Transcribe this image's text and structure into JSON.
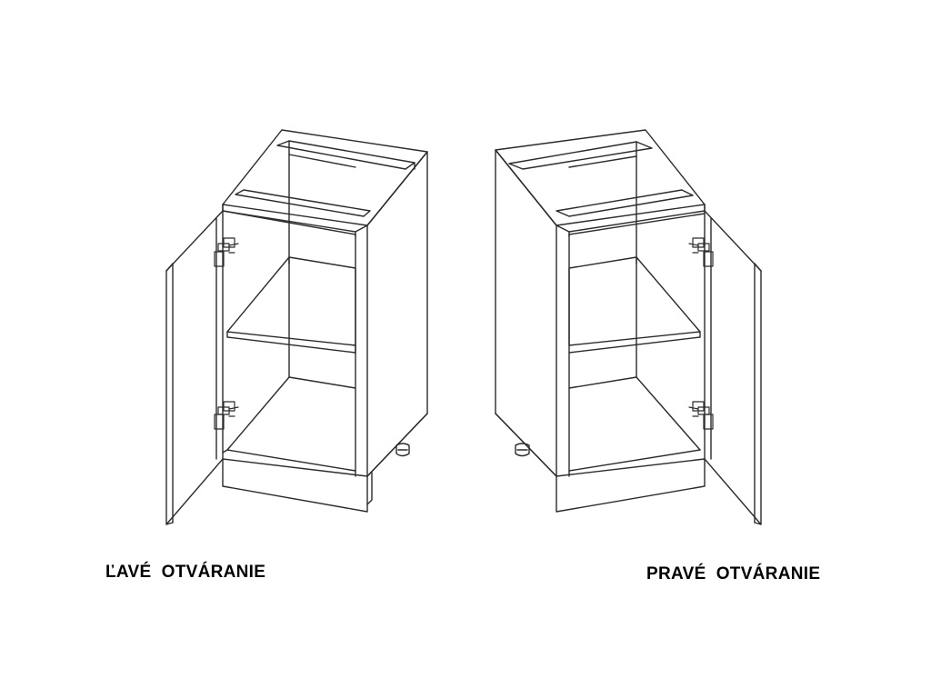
{
  "captions": {
    "left": "ĽAVÉ  OTVÁRANIE",
    "right": "PRAVÉ  OTVÁRANIE"
  },
  "colors": {
    "line": "#2b2b2b",
    "background": "#ffffff",
    "text": "#000000"
  },
  "items": [
    {
      "name": "left-opening-cabinet",
      "door_side": "left"
    },
    {
      "name": "right-opening-cabinet",
      "door_side": "right"
    }
  ]
}
